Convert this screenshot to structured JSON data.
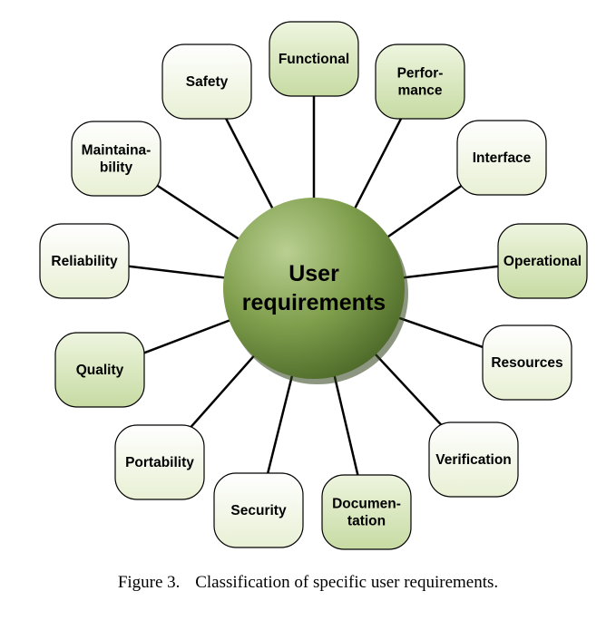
{
  "diagram": {
    "center": {
      "lines": [
        "User",
        "requirements"
      ]
    },
    "nodes": [
      {
        "id": "functional",
        "lines": [
          "Functional"
        ],
        "shade": "light"
      },
      {
        "id": "performance",
        "lines": [
          "Perfor-",
          "mance"
        ],
        "shade": "light"
      },
      {
        "id": "interface",
        "lines": [
          "Interface"
        ],
        "shade": "pale"
      },
      {
        "id": "operational",
        "lines": [
          "Operational"
        ],
        "shade": "light"
      },
      {
        "id": "resources",
        "lines": [
          "Resources"
        ],
        "shade": "pale"
      },
      {
        "id": "verification",
        "lines": [
          "Verification"
        ],
        "shade": "pale"
      },
      {
        "id": "documentation",
        "lines": [
          "Documen-",
          "tation"
        ],
        "shade": "light"
      },
      {
        "id": "security",
        "lines": [
          "Security"
        ],
        "shade": "pale"
      },
      {
        "id": "portability",
        "lines": [
          "Portability"
        ],
        "shade": "pale"
      },
      {
        "id": "quality",
        "lines": [
          "Quality"
        ],
        "shade": "light"
      },
      {
        "id": "reliability",
        "lines": [
          "Reliability"
        ],
        "shade": "pale"
      },
      {
        "id": "maintainability",
        "lines": [
          "Maintaina-",
          "bility"
        ],
        "shade": "pale"
      },
      {
        "id": "safety",
        "lines": [
          "Safety"
        ],
        "shade": "pale"
      }
    ],
    "colors": {
      "center_light": "#b9cf92",
      "center_mid": "#7f9e4c",
      "center_dark": "#4f6b2a",
      "node_pale": "#f2f7e4",
      "node_light": "#d9e8bf",
      "node_stroke": "#000000",
      "connector": "#000000"
    }
  },
  "caption": {
    "label": "Figure 3.",
    "text": "Classification of specific user requirements."
  }
}
